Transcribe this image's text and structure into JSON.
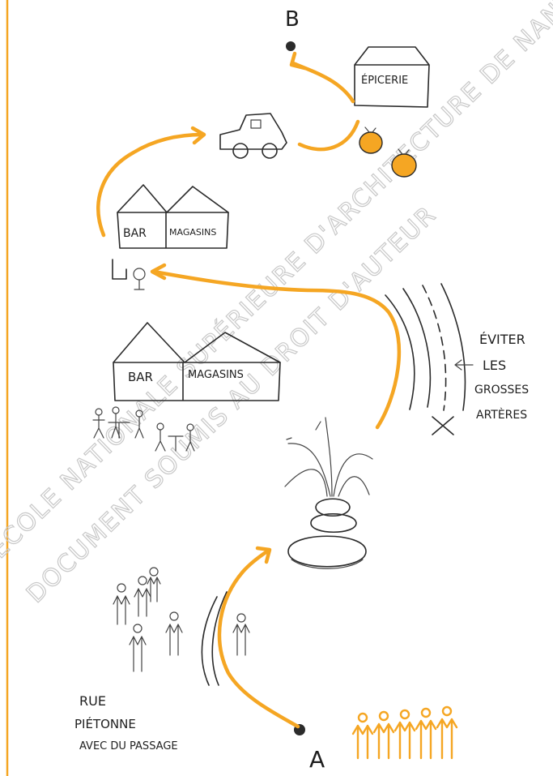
{
  "points": {
    "start": "A",
    "end": "B"
  },
  "buildings": {
    "epicerie": "ÉPICERIE",
    "upper": {
      "bar": "BAR",
      "shops": "MAGASINS"
    },
    "lower": {
      "bar": "BAR",
      "shops": "MAGASINS"
    }
  },
  "annotations": {
    "avoid": [
      "ÉVITER",
      "LES",
      "GROSSES",
      "ARTÈRES"
    ],
    "street": [
      "RUE",
      "PIÉTONNE",
      "AVEC DU PASSAGE"
    ]
  },
  "watermark": [
    "ÉCOLE NATIONALE SUPÉRIEURE D'ARCHITECTURE DE NANTES",
    "DOCUMENT SOUMIS AU DROIT D'AUTEUR"
  ],
  "colors": {
    "accent": "#f5a623",
    "border": "#f5a623",
    "ink": "#2a2a2a"
  }
}
